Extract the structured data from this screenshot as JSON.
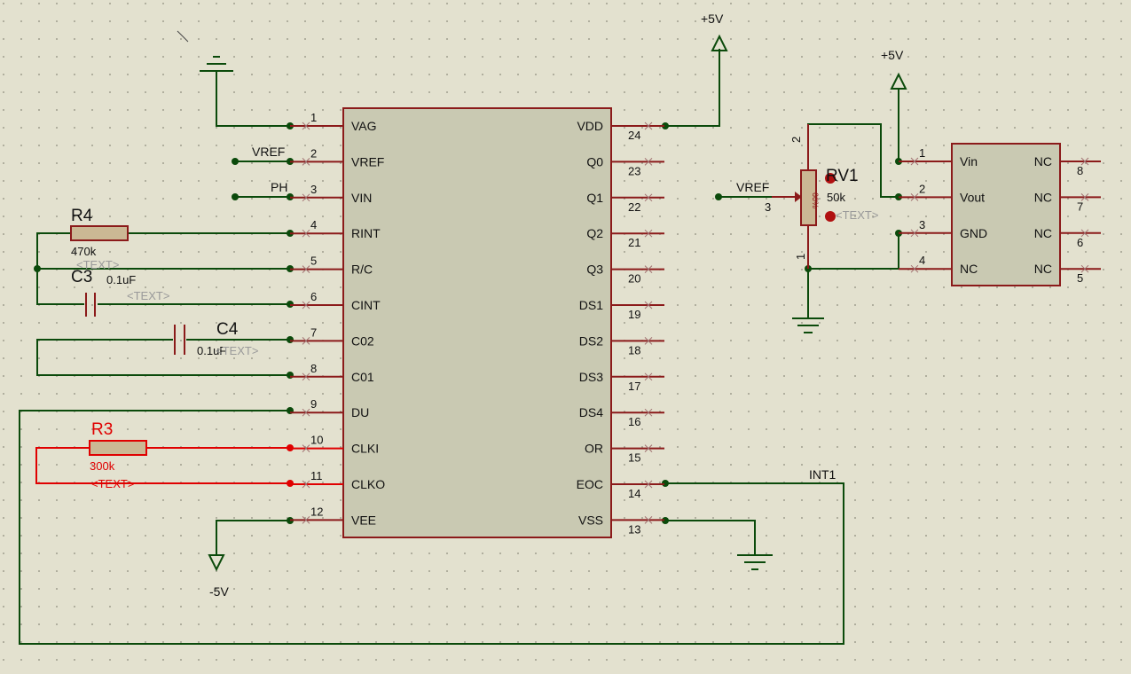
{
  "ic_main": {
    "left_pins": [
      {
        "num": "1",
        "name": "VAG"
      },
      {
        "num": "2",
        "name": "VREF"
      },
      {
        "num": "3",
        "name": "VIN"
      },
      {
        "num": "4",
        "name": "RINT"
      },
      {
        "num": "5",
        "name": "R/C"
      },
      {
        "num": "6",
        "name": "CINT"
      },
      {
        "num": "7",
        "name": "C02"
      },
      {
        "num": "8",
        "name": "C01"
      },
      {
        "num": "9",
        "name": "DU"
      },
      {
        "num": "10",
        "name": "CLKI"
      },
      {
        "num": "11",
        "name": "CLKO"
      },
      {
        "num": "12",
        "name": "VEE"
      }
    ],
    "right_pins": [
      {
        "num": "24",
        "name": "VDD"
      },
      {
        "num": "23",
        "name": "Q0"
      },
      {
        "num": "22",
        "name": "Q1"
      },
      {
        "num": "21",
        "name": "Q2"
      },
      {
        "num": "20",
        "name": "Q3"
      },
      {
        "num": "19",
        "name": "DS1"
      },
      {
        "num": "18",
        "name": "DS2"
      },
      {
        "num": "17",
        "name": "DS3"
      },
      {
        "num": "16",
        "name": "DS4"
      },
      {
        "num": "15",
        "name": "OR"
      },
      {
        "num": "14",
        "name": "EOC"
      },
      {
        "num": "13",
        "name": "VSS"
      }
    ]
  },
  "ic_small": {
    "left_pins": [
      {
        "num": "1",
        "name": "Vin"
      },
      {
        "num": "2",
        "name": "Vout"
      },
      {
        "num": "3",
        "name": "GND"
      },
      {
        "num": "4",
        "name": "NC"
      }
    ],
    "right_pins": [
      {
        "num": "8",
        "name": "NC"
      },
      {
        "num": "7",
        "name": "NC"
      },
      {
        "num": "6",
        "name": "NC"
      },
      {
        "num": "5",
        "name": "NC"
      }
    ]
  },
  "labels": {
    "vref_pin2": "VREF",
    "ph_pin3": "PH",
    "vref_pot": "VREF",
    "pot_pin3": "3",
    "pot_pin2": "2",
    "pot_pin1": "1",
    "int1": "INT1",
    "plus5v_a": "+5V",
    "plus5v_b": "+5V",
    "minus5v": "-5V"
  },
  "components": {
    "r4": {
      "ref": "R4",
      "value": "470k",
      "text": "<TEXT>"
    },
    "c3": {
      "ref": "C3",
      "value": "0.1uF",
      "text": "<TEXT>"
    },
    "c4": {
      "ref": "C4",
      "value": "0.1uF",
      "text": "<TEXT>"
    },
    "r3": {
      "ref": "R3",
      "value": "300k",
      "text": "<TEXT>"
    },
    "rv1": {
      "ref": "RV1",
      "value": "50k",
      "text": "<TEXT>",
      "percent": "60%"
    }
  },
  "colors": {
    "background": "#e3e1cf",
    "wire": "#0b4a0b",
    "selected": "#e00000",
    "outline": "#8b1a1a",
    "body": "#c9c9b2"
  }
}
